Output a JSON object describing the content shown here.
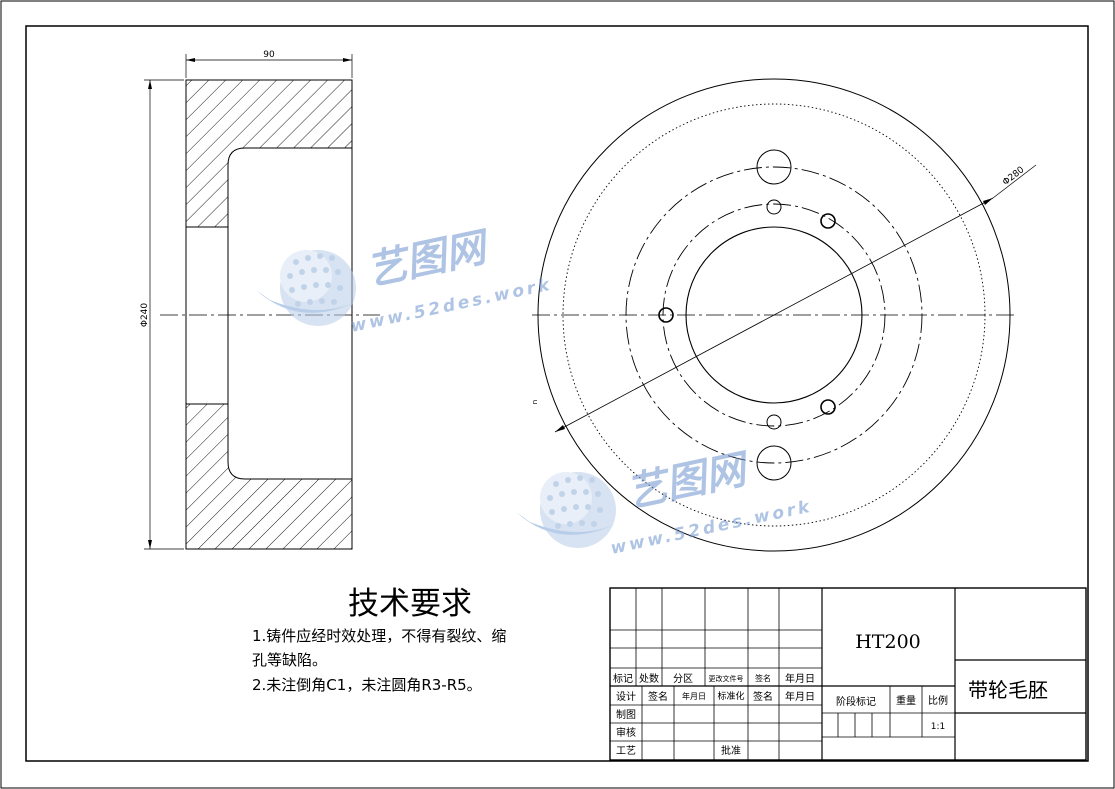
{
  "front_view": {
    "dim_width": "90",
    "dim_diameter": "Φ240"
  },
  "side_view": {
    "dim_diameter": "Φ280",
    "small_mark": "n"
  },
  "watermark": {
    "brand": "艺图网",
    "url": "www.52des.work"
  },
  "tech_requirements": {
    "title": "技术要求",
    "line1": "1.铸件应经时效处理，不得有裂纹、缩",
    "line2": "孔等缺陷。",
    "line3": "2.未注倒角C1，未注圆角R3-R5。"
  },
  "title_block": {
    "material": "HT200",
    "part_name": "带轮毛胚",
    "hdr_mark": "标记",
    "hdr_count": "处数",
    "hdr_zone": "分区",
    "hdr_change_doc": "更改文件号",
    "hdr_sign": "签名",
    "hdr_date": "年月日",
    "design": "设计",
    "sign2": "签名",
    "date2": "年月日",
    "standardize": "标准化",
    "sign3": "签名",
    "date3": "年月日",
    "stage_mark": "阶段标记",
    "weight": "重量",
    "scale": "比例",
    "scale_value": "1:1",
    "drawing": "制图",
    "review": "审核",
    "process": "工艺",
    "approve": "批准"
  }
}
